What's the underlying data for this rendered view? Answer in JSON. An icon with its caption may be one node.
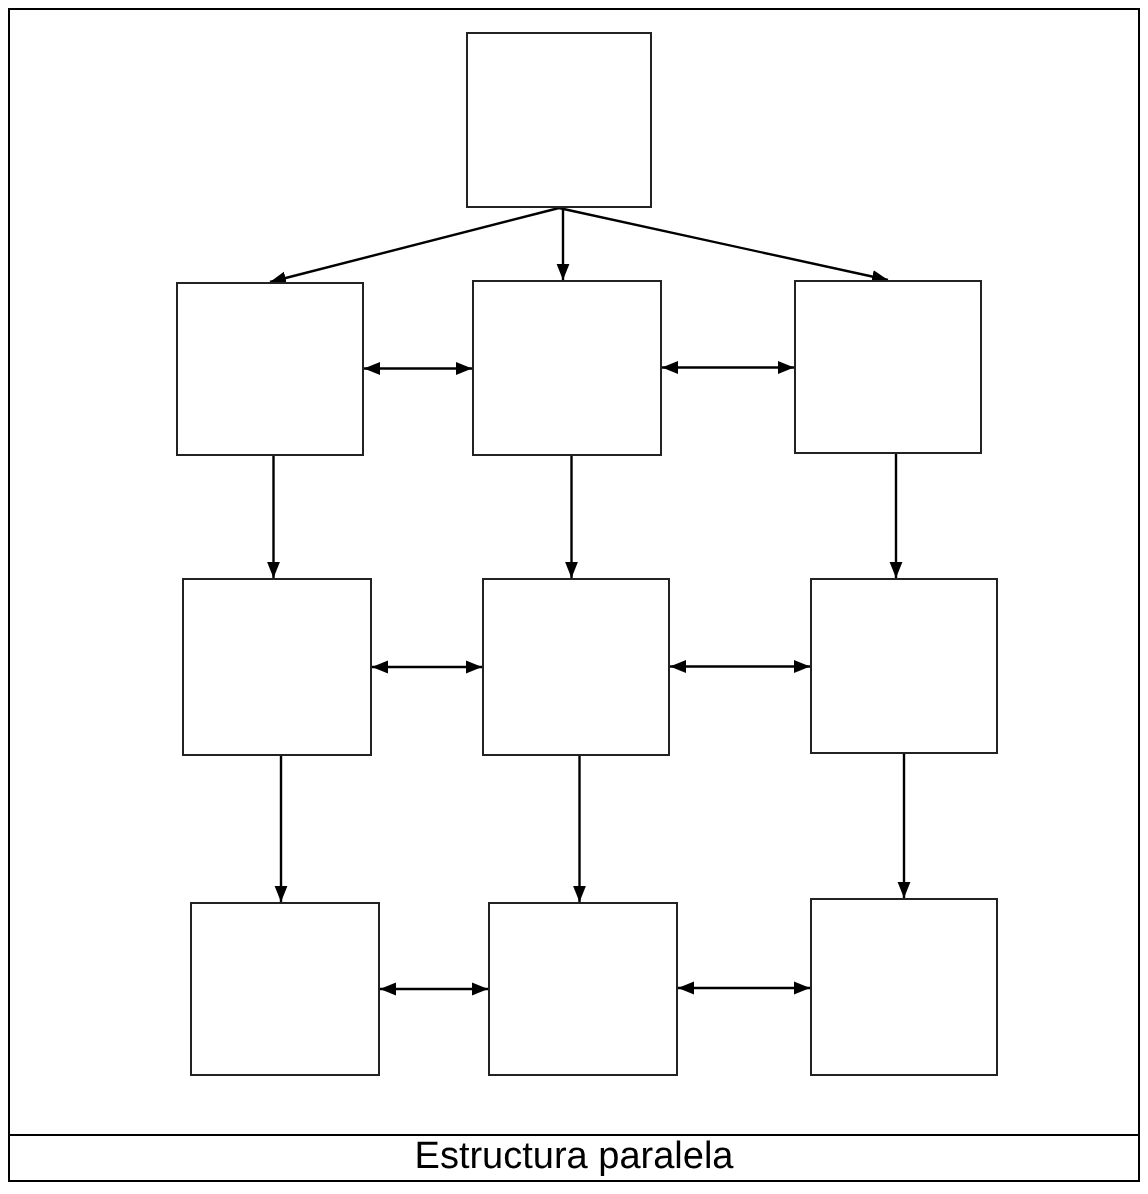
{
  "diagram": {
    "caption": "Estructura paralela",
    "nodes": [
      {
        "text": [],
        "shape": "box"
      },
      {
        "text": [],
        "shape": "box"
      },
      {
        "text": [],
        "shape": "box"
      },
      {
        "text": [],
        "shape": "box"
      },
      {
        "text": [],
        "shape": "box"
      },
      {
        "text": [],
        "shape": "box"
      },
      {
        "text": [],
        "shape": "box"
      },
      {
        "text": [],
        "shape": "box"
      },
      {
        "text": [],
        "shape": "box"
      },
      {
        "text": [],
        "shape": "box"
      }
    ],
    "edges": [
      {
        "from": 0,
        "to": 1,
        "arrow": "to"
      },
      {
        "from": 0,
        "to": 2,
        "arrow": "to"
      },
      {
        "from": 0,
        "to": 3,
        "arrow": "to"
      },
      {
        "from": 1,
        "to": 2,
        "arrow": "both"
      },
      {
        "from": 2,
        "to": 3,
        "arrow": "both"
      },
      {
        "from": 1,
        "to": 4,
        "arrow": "to"
      },
      {
        "from": 2,
        "to": 5,
        "arrow": "to"
      },
      {
        "from": 3,
        "to": 6,
        "arrow": "to"
      },
      {
        "from": 4,
        "to": 5,
        "arrow": "both"
      },
      {
        "from": 5,
        "to": 6,
        "arrow": "both"
      },
      {
        "from": 4,
        "to": 7,
        "arrow": "to"
      },
      {
        "from": 5,
        "to": 8,
        "arrow": "to"
      },
      {
        "from": 6,
        "to": 9,
        "arrow": "to"
      },
      {
        "from": 7,
        "to": 8,
        "arrow": "both"
      },
      {
        "from": 8,
        "to": 9,
        "arrow": "both"
      }
    ]
  }
}
